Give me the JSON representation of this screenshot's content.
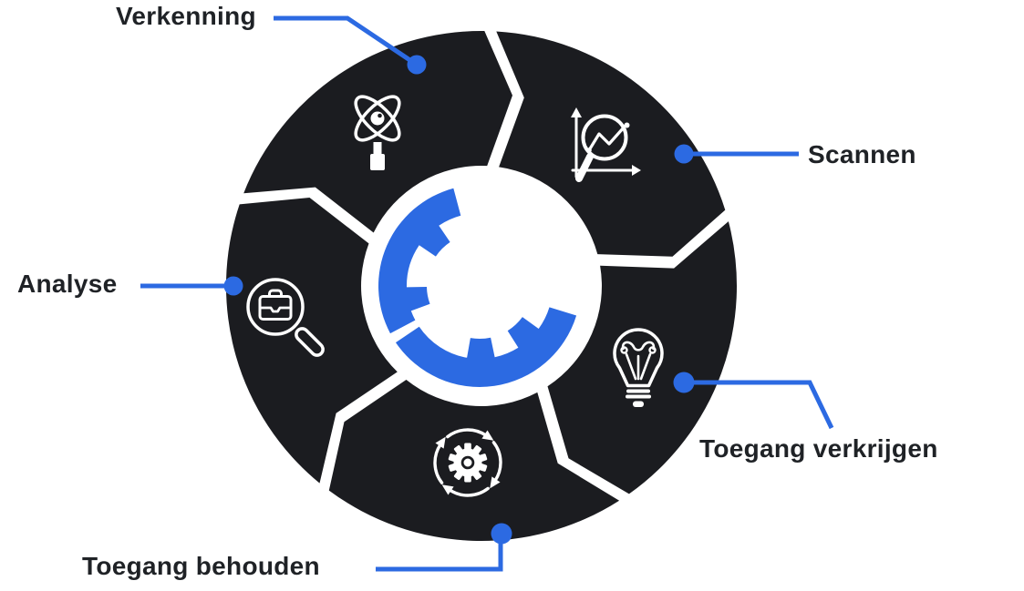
{
  "diagram": {
    "type": "cycle-diagram",
    "language": "nl",
    "colors": {
      "background": "#ffffff",
      "segment": "#1b1c20",
      "accent": "#2c6ae2",
      "label": "#1f2226",
      "icon": "#ffffff"
    },
    "center": {
      "icon": "gear-logo"
    },
    "phases": [
      {
        "label": "Verkenning",
        "icon": "atom-search-icon",
        "position": "top-left"
      },
      {
        "label": "Scannen",
        "icon": "chart-search-icon",
        "position": "top-right"
      },
      {
        "label": "Toegang verkrijgen",
        "icon": "lightbulb-icon",
        "position": "bottom-right"
      },
      {
        "label": "Toegang behouden",
        "icon": "gear-arrows-icon",
        "position": "bottom"
      },
      {
        "label": "Analyse",
        "icon": "briefcase-search-icon",
        "position": "left"
      }
    ]
  }
}
